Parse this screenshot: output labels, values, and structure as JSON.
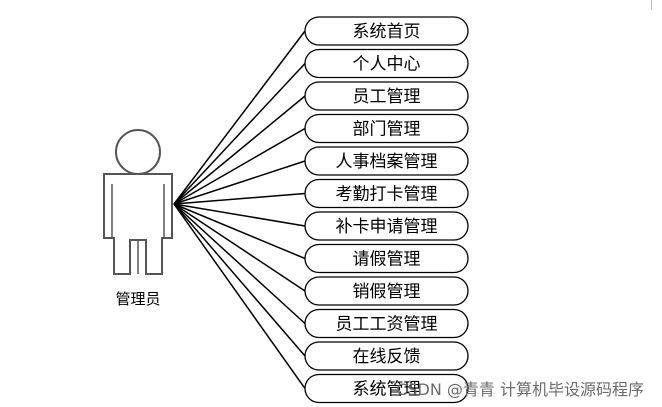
{
  "actor": {
    "label": "管理员"
  },
  "use_cases": [
    "系统首页",
    "个人中心",
    "员工管理",
    "部门管理",
    "人事档案管理",
    "考勤打卡管理",
    "补卡申请管理",
    "请假管理",
    "销假管理",
    "员工工资管理",
    "在线反馈",
    "系统管理"
  ],
  "watermark": "CSDN @青青 计算机毕设源码程序",
  "colors": {
    "line": "#000000",
    "actor_stroke": "#555555",
    "actor_fill": "#ffffff",
    "ellipse_stroke": "#000000",
    "watermark": "#6b6b6b"
  }
}
